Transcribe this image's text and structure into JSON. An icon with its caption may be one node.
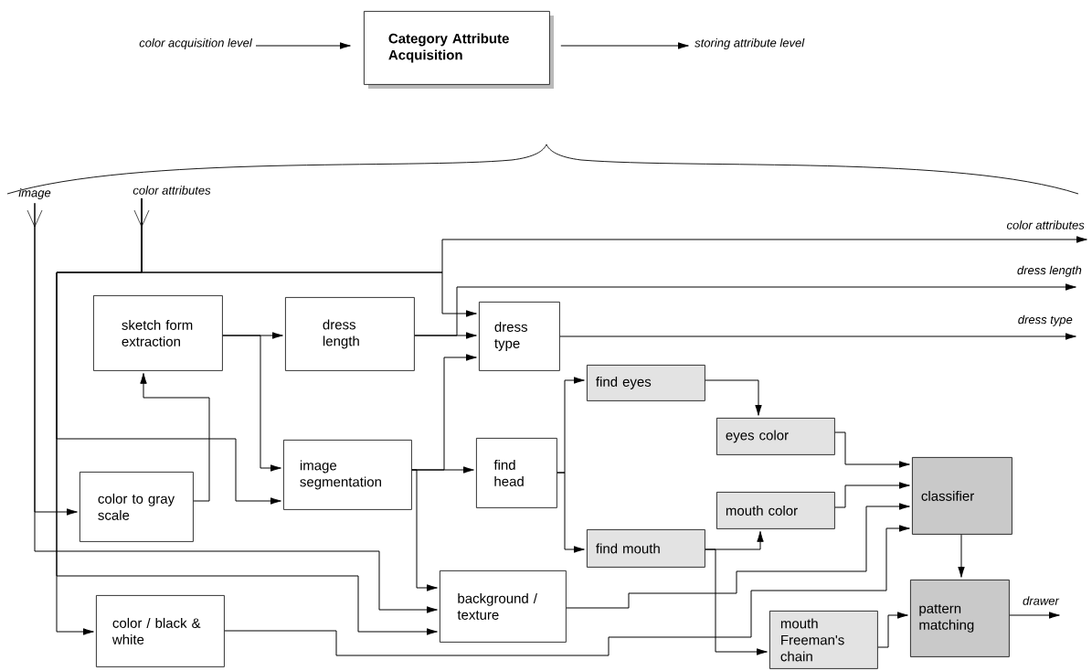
{
  "diagram": {
    "nodes": [
      {
        "text": [
          "Category Attribute Acquisition"
        ]
      },
      {
        "text": [
          "color acquisition level"
        ]
      },
      {
        "text": [
          "storing attribute level"
        ]
      },
      {
        "text": [
          "image"
        ]
      },
      {
        "text": [
          "color attributes"
        ]
      },
      {
        "text": [
          "sketch form extraction"
        ]
      },
      {
        "text": [
          "dress length"
        ]
      },
      {
        "text": [
          "dress type"
        ]
      },
      {
        "text": [
          "image segmentation"
        ]
      },
      {
        "text": [
          "find head"
        ]
      },
      {
        "text": [
          "color to gray scale"
        ]
      },
      {
        "text": [
          "background / texture"
        ]
      },
      {
        "text": [
          "color / black & white"
        ]
      },
      {
        "text": [
          "find eyes"
        ]
      },
      {
        "text": [
          "eyes color"
        ]
      },
      {
        "text": [
          "mouth color"
        ]
      },
      {
        "text": [
          "find mouth"
        ]
      },
      {
        "text": [
          "classifier"
        ]
      },
      {
        "text": [
          "pattern matching"
        ]
      },
      {
        "text": [
          "mouth Freeman's chain"
        ]
      }
    ],
    "edges": [
      {
        "from": 1,
        "to": 0,
        "arrow": "to"
      },
      {
        "from": 0,
        "to": 2,
        "arrow": "to"
      },
      {
        "from": 3,
        "to": 10,
        "arrow": "to"
      },
      {
        "from": 3,
        "to": 11,
        "arrow": "to"
      },
      {
        "from": 4,
        "to": null,
        "arrow": "to",
        "label": "color attributes"
      },
      {
        "from": 4,
        "to": 7,
        "arrow": "to"
      },
      {
        "from": 4,
        "to": 8,
        "arrow": "to"
      },
      {
        "from": 4,
        "to": 11,
        "arrow": "to"
      },
      {
        "from": 4,
        "to": 12,
        "arrow": "to"
      },
      {
        "from": 5,
        "to": 6,
        "arrow": "to"
      },
      {
        "from": 5,
        "to": 8,
        "arrow": "to"
      },
      {
        "from": 10,
        "to": 5,
        "arrow": "to"
      },
      {
        "from": 6,
        "to": 7,
        "arrow": "to"
      },
      {
        "from": 6,
        "to": null,
        "arrow": "to",
        "label": "dress length"
      },
      {
        "from": 7,
        "to": null,
        "arrow": "to",
        "label": "dress type"
      },
      {
        "from": 8,
        "to": 9,
        "arrow": "to"
      },
      {
        "from": 8,
        "to": 7,
        "arrow": "to"
      },
      {
        "from": 8,
        "to": 11,
        "arrow": "to"
      },
      {
        "from": 9,
        "to": 13,
        "arrow": "to"
      },
      {
        "from": 9,
        "to": 16,
        "arrow": "to"
      },
      {
        "from": 13,
        "to": 14,
        "arrow": "to"
      },
      {
        "from": 14,
        "to": 17,
        "arrow": "to"
      },
      {
        "from": 15,
        "to": 17,
        "arrow": "to"
      },
      {
        "from": 16,
        "to": 15,
        "arrow": "to"
      },
      {
        "from": 16,
        "to": 19,
        "arrow": "to"
      },
      {
        "from": 11,
        "to": 17,
        "arrow": "to"
      },
      {
        "from": 12,
        "to": 17,
        "arrow": "to"
      },
      {
        "from": 19,
        "to": 18,
        "arrow": "to"
      },
      {
        "from": 17,
        "to": 18,
        "arrow": "to"
      },
      {
        "from": 18,
        "to": null,
        "arrow": "to",
        "label": "drawer"
      }
    ]
  }
}
